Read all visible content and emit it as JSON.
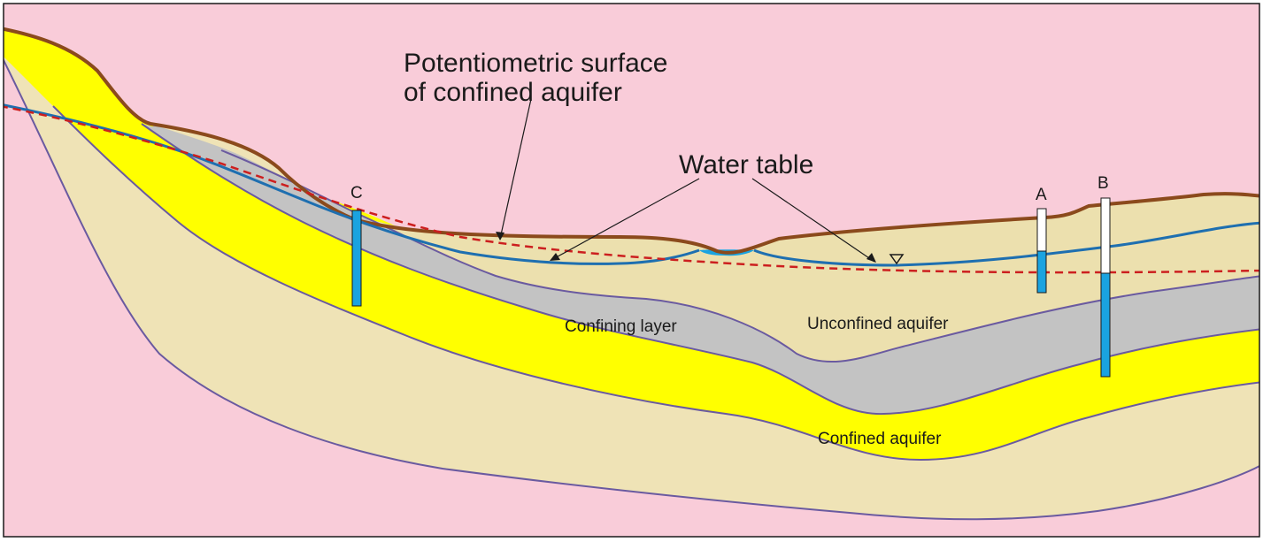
{
  "labels": {
    "potentiometric_line1": "Potentiometric surface",
    "potentiometric_line2": "of confined aquifer",
    "water_table": "Water table",
    "confining_layer": "Confining layer",
    "unconfined_aquifer": "Unconfined aquifer",
    "confined_aquifer": "Confined aquifer"
  },
  "wells": [
    {
      "id": "well-c",
      "label": "C"
    },
    {
      "id": "well-a",
      "label": "A"
    },
    {
      "id": "well-b",
      "label": "B"
    }
  ],
  "colors": {
    "bedrock": "#f9ccd9",
    "confined_aquifer": "#ffff00",
    "unconfined_sediment": "#ece0ae",
    "lower_sediment": "#efe3b6",
    "confining_layer": "#c3c3c3",
    "ground_surface": "#8b4a1c",
    "layer_boundary": "#6a5aa0",
    "water": "#1aa3e0",
    "water_table_line": "#1e6fb0",
    "potentiometric_line": "#cc1f1f"
  }
}
